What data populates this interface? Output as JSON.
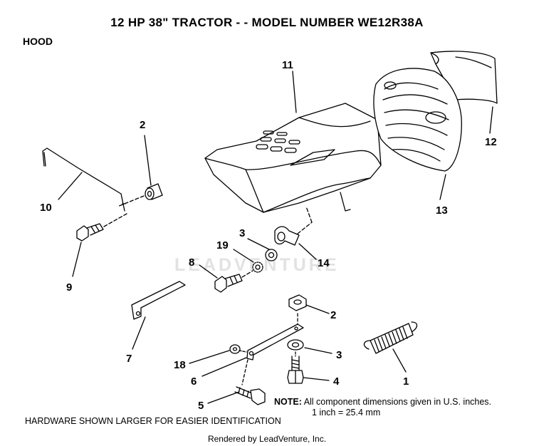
{
  "header": {
    "title": "12 HP 38\" TRACTOR - - MODEL NUMBER WE12R38A",
    "section": "HOOD"
  },
  "watermark": "LEADVENTURE",
  "callouts": {
    "c11": "11",
    "c12": "12",
    "c13": "13",
    "c2a": "2",
    "c10": "10",
    "c9": "9",
    "c3a": "3",
    "c19": "19",
    "c14": "14",
    "c8": "8",
    "c2b": "2",
    "c7": "7",
    "c3b": "3",
    "c18": "18",
    "c6": "6",
    "c4": "4",
    "c1": "1",
    "c5": "5"
  },
  "note": {
    "label": "NOTE:",
    "text1": "All component dimensions given in U.S. inches.",
    "text2": "1 inch = 25.4 mm"
  },
  "footer": {
    "hardware": "HARDWARE SHOWN LARGER FOR EASIER IDENTIFICATION",
    "rendered": "Rendered by LeadVenture, Inc."
  }
}
